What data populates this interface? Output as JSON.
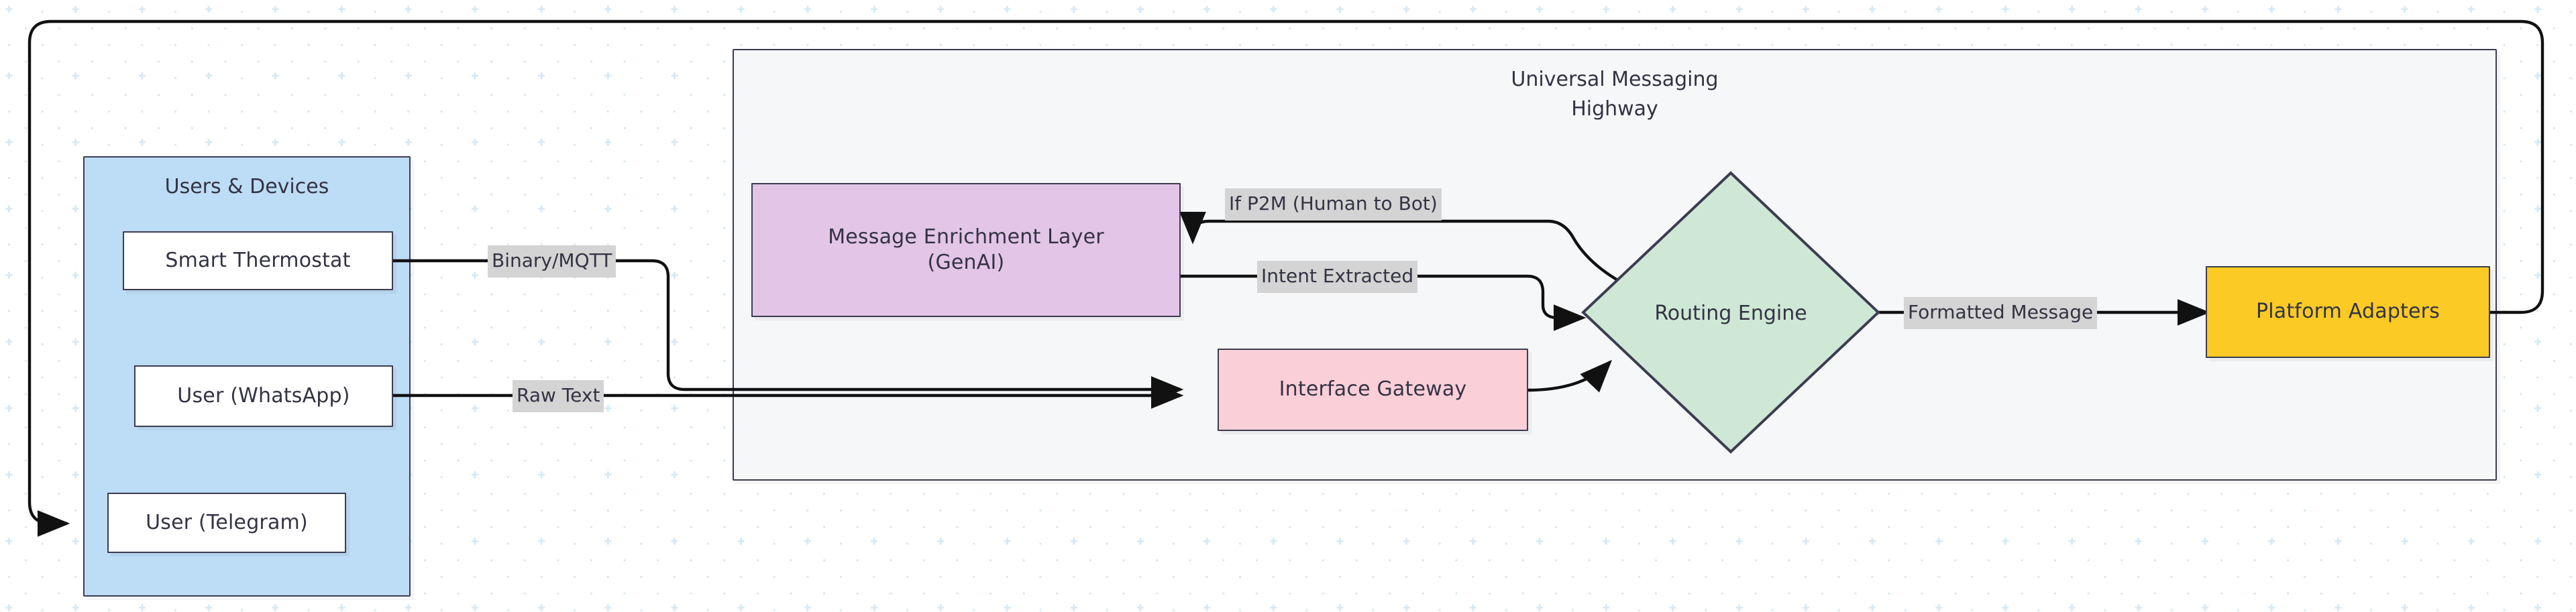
{
  "diagram": {
    "type": "flowchart",
    "direction": "left-to-right",
    "subgraphs": [
      {
        "id": "users-devices",
        "title": "Users & Devices",
        "fill": "#bddcf5"
      },
      {
        "id": "universal-messaging-highway",
        "title_line1": "Universal Messaging",
        "title_line2": "Highway",
        "fill": "#f6f7f9"
      }
    ],
    "nodes": [
      {
        "id": "smart-thermostat",
        "label": "Smart Thermostat",
        "shape": "rect",
        "fill": "#ffffff"
      },
      {
        "id": "user-whatsapp",
        "label": "User (WhatsApp)",
        "shape": "rect",
        "fill": "#ffffff"
      },
      {
        "id": "user-telegram",
        "label": "User (Telegram)",
        "shape": "rect",
        "fill": "#ffffff"
      },
      {
        "id": "message-enrichment-layer",
        "label_line1": "Message Enrichment Layer",
        "label_line2": "(GenAI)",
        "shape": "rect",
        "fill": "#e3c5e8"
      },
      {
        "id": "interface-gateway",
        "label": "Interface Gateway",
        "shape": "rect",
        "fill": "#fbcfd8"
      },
      {
        "id": "routing-engine",
        "label": "Routing Engine",
        "shape": "diamond",
        "fill": "#cfe8d5"
      },
      {
        "id": "platform-adapters",
        "label": "Platform Adapters",
        "shape": "rect",
        "fill": "#fbca24"
      }
    ],
    "edges": [
      {
        "from": "smart-thermostat",
        "to": "interface-gateway",
        "label": "Binary/MQTT"
      },
      {
        "from": "user-whatsapp",
        "to": "interface-gateway",
        "label": "Raw Text"
      },
      {
        "from": "message-enrichment-layer",
        "to": "routing-engine",
        "label": "Intent Extracted"
      },
      {
        "from": "routing-engine",
        "to": "message-enrichment-layer",
        "label": "If P2M (Human to Bot)"
      },
      {
        "from": "interface-gateway",
        "to": "routing-engine",
        "label": ""
      },
      {
        "from": "routing-engine",
        "to": "platform-adapters",
        "label": "Formatted Message"
      },
      {
        "from": "platform-adapters",
        "to": "user-telegram",
        "label": ""
      }
    ],
    "colors": {
      "stroke": "#3c3c52",
      "edge_stroke": "#111111",
      "text": "#333344",
      "label_background": "#d4d4d4",
      "canvas_background": "#ffffff",
      "grid_dot": "#d6e9f5"
    }
  }
}
